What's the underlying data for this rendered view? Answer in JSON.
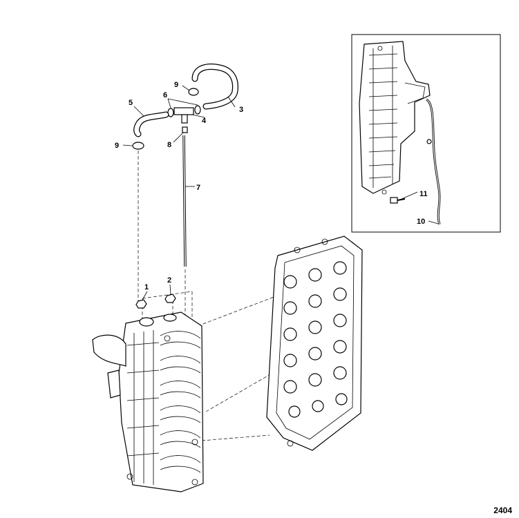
{
  "diagram": {
    "figure_id": "2404",
    "callouts": {
      "c1": "1",
      "c2": "2",
      "c3": "3",
      "c4": "4",
      "c5": "5",
      "c6": "6",
      "c7": "7",
      "c8": "8",
      "c9a": "9",
      "c9b": "9",
      "c10": "10",
      "c11": "11"
    }
  }
}
